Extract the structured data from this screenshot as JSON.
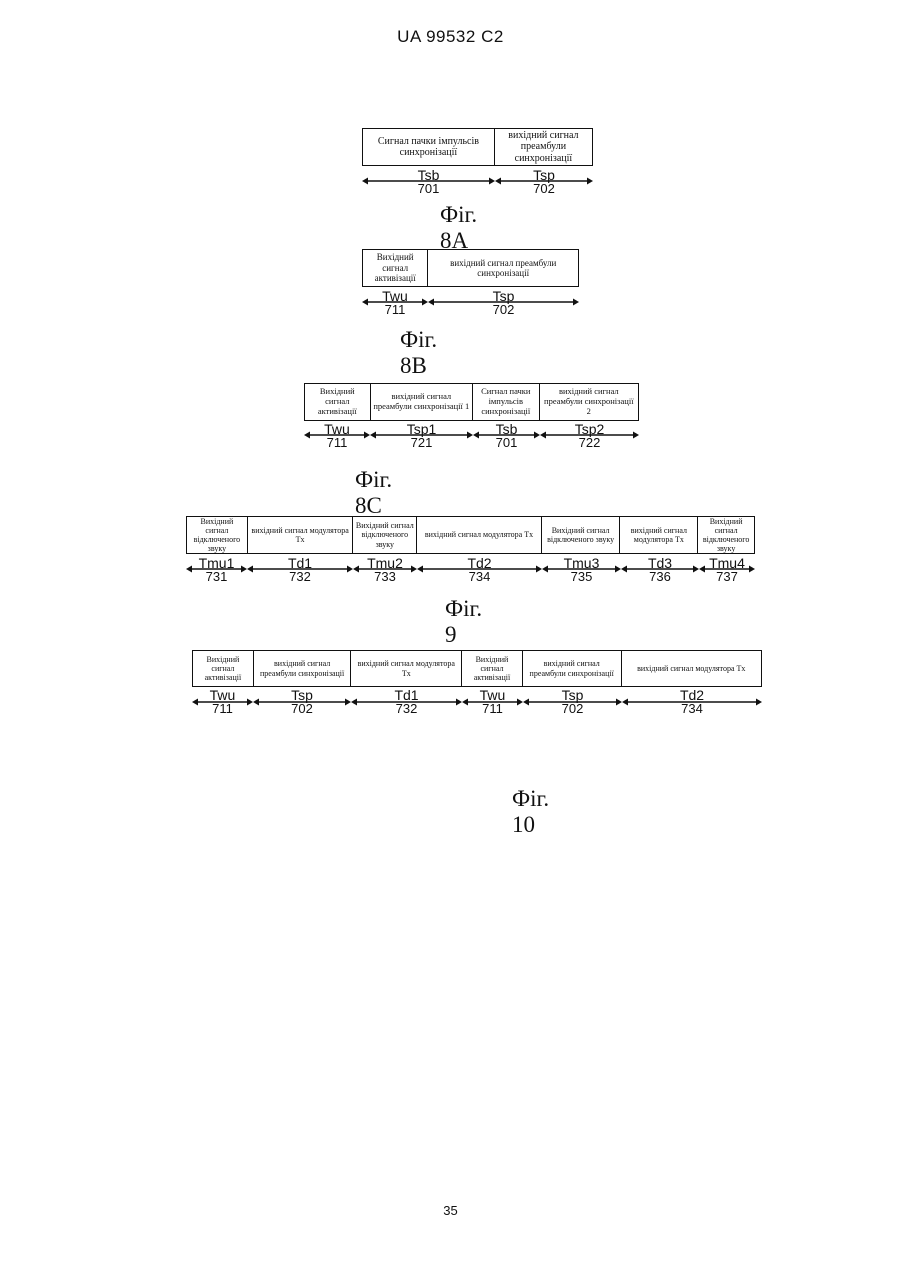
{
  "header": "UA   99532   C2",
  "page_number": "35",
  "figures": [
    {
      "caption": "Фіг. 8A",
      "segments": [
        {
          "text": "Сигнал пачки імпульсів синхронізації",
          "symbol": "Tsb",
          "number": "701"
        },
        {
          "text": "вихідний сигнал преамбули синхронізації",
          "symbol": "Tsp",
          "number": "702"
        }
      ]
    },
    {
      "caption": "Фіг. 8B",
      "segments": [
        {
          "text": "Вихідний сигнал активізації",
          "symbol": "Twu",
          "number": "711"
        },
        {
          "text": "вихідний сигнал преамбули синхронізації",
          "symbol": "Tsp",
          "number": "702"
        }
      ]
    },
    {
      "caption": "Фіг. 8C",
      "segments": [
        {
          "text": "Вихідний сигнал активізації",
          "symbol": "Twu",
          "number": "711"
        },
        {
          "text": "вихідний сигнал преамбули синхронізації 1",
          "symbol": "Tsp1",
          "number": "721"
        },
        {
          "text": "Сигнал пачки імпульсів синхронізації",
          "symbol": "Tsb",
          "number": "701"
        },
        {
          "text": "вихідний сигнал преамбули синхронізації 2",
          "symbol": "Tsp2",
          "number": "722"
        }
      ]
    },
    {
      "caption": "Фіг. 9",
      "segments": [
        {
          "text": "Вихідний сигнал відключеного звуку",
          "symbol": "Tmu1",
          "number": "731"
        },
        {
          "text": "вихідний сигнал модулятора Tx",
          "symbol": "Td1",
          "number": "732"
        },
        {
          "text": "Вихідний сигнал відключеного звуку",
          "symbol": "Tmu2",
          "number": "733"
        },
        {
          "text": "вихідний сигнал модулятора Tx",
          "symbol": "Td2",
          "number": "734"
        },
        {
          "text": "Вихідний сигнал відключеного звуку",
          "symbol": "Tmu3",
          "number": "735"
        },
        {
          "text": "вихідний сигнал модулятора Tx",
          "symbol": "Td3",
          "number": "736"
        },
        {
          "text": "Вихідний сигнал відключеного звуку",
          "symbol": "Tmu4",
          "number": "737"
        }
      ]
    },
    {
      "caption": "Фіг. 10",
      "segments": [
        {
          "text": "Вихідний сигнал активізації",
          "symbol": "Twu",
          "number": "711"
        },
        {
          "text": "вихідний сигнал преамбули синхронізації",
          "symbol": "Tsp",
          "number": "702"
        },
        {
          "text": "вихідний сигнал модулятора Tx",
          "symbol": "Td1",
          "number": "732"
        },
        {
          "text": "Вихідний сигнал активізації",
          "symbol": "Twu",
          "number": "711"
        },
        {
          "text": "вихідний сигнал преамбули синхронізації",
          "symbol": "Tsp",
          "number": "702"
        },
        {
          "text": "вихідний сигнал модулятора Tx",
          "symbol": "Td2",
          "number": "734"
        }
      ]
    }
  ]
}
